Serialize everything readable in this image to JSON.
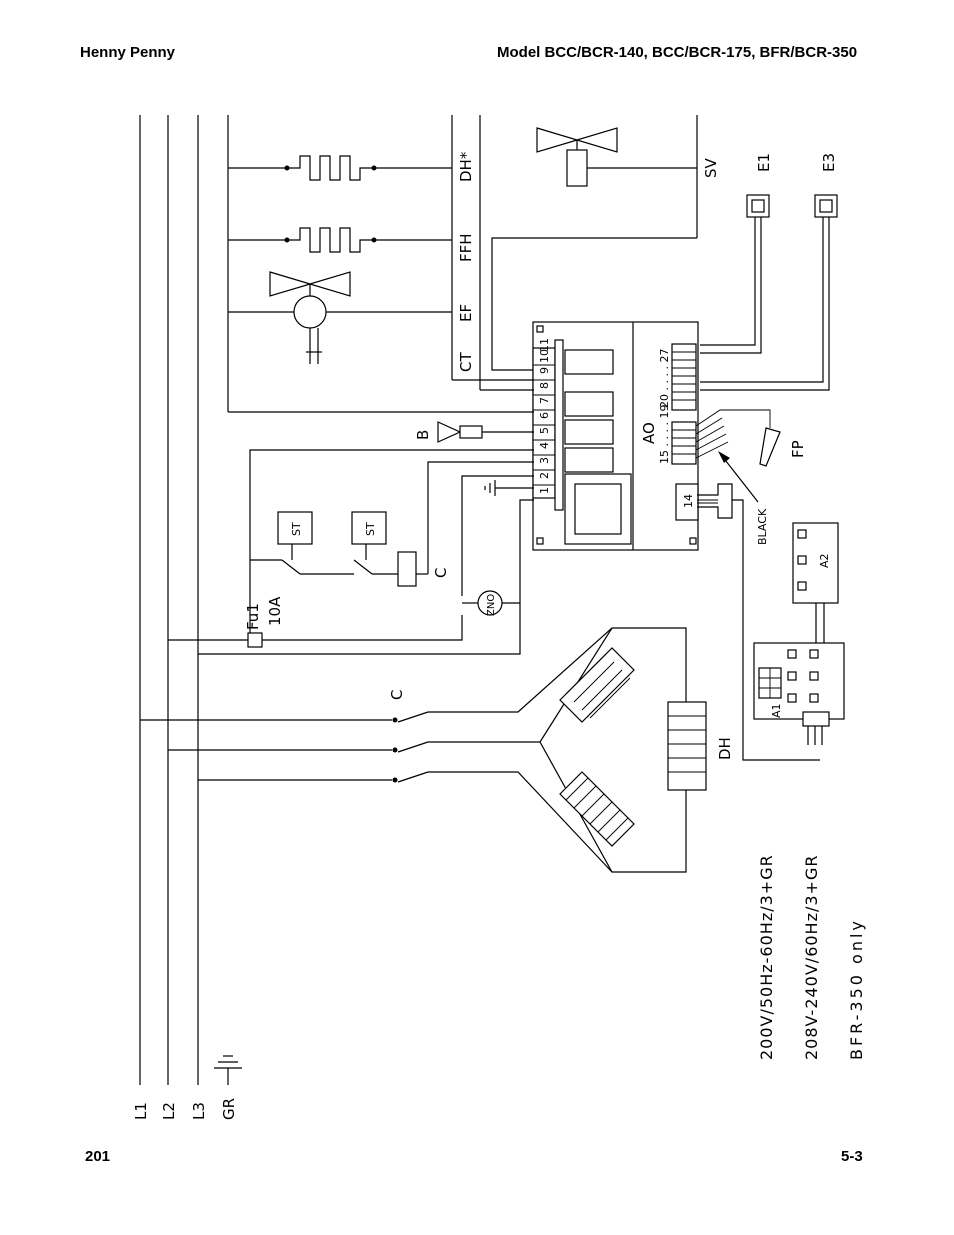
{
  "header": {
    "company": "Henny Penny",
    "model": "Model BCC/BCR-140, BCC/BCR-175, BFR/BCR-350"
  },
  "footer": {
    "page_left": "201",
    "page_right": "5-3"
  },
  "diagram": {
    "supply_lines": [
      "L1",
      "L2",
      "L3",
      "GR"
    ],
    "loads": [
      "DH*",
      "FFH",
      "EF",
      "CT",
      "SV"
    ],
    "sensors": [
      "E1",
      "E3",
      "FP"
    ],
    "buzzer": "B",
    "controller_label": "AO",
    "terminals": [
      "1",
      "2",
      "3",
      "4",
      "5",
      "6",
      "7",
      "8",
      "9",
      "10",
      "11"
    ],
    "connector_15_19": "15 . . . . 19",
    "connector_20_27": "20 . . . . 27",
    "connector_14": "14",
    "black_wire": "BLACK",
    "switches": [
      "ST",
      "ST"
    ],
    "contactor": "C",
    "fuse": "Fu1",
    "fuse_rating": "10A",
    "varistor": "ZNO",
    "main_contactor": "C",
    "heater_bank": "DH",
    "boards": [
      "A1",
      "A2"
    ],
    "notes": [
      "200V/50Hz-60Hz/3+GR",
      "208V-240V/60Hz/3+GR",
      "BFR-350 only"
    ]
  }
}
